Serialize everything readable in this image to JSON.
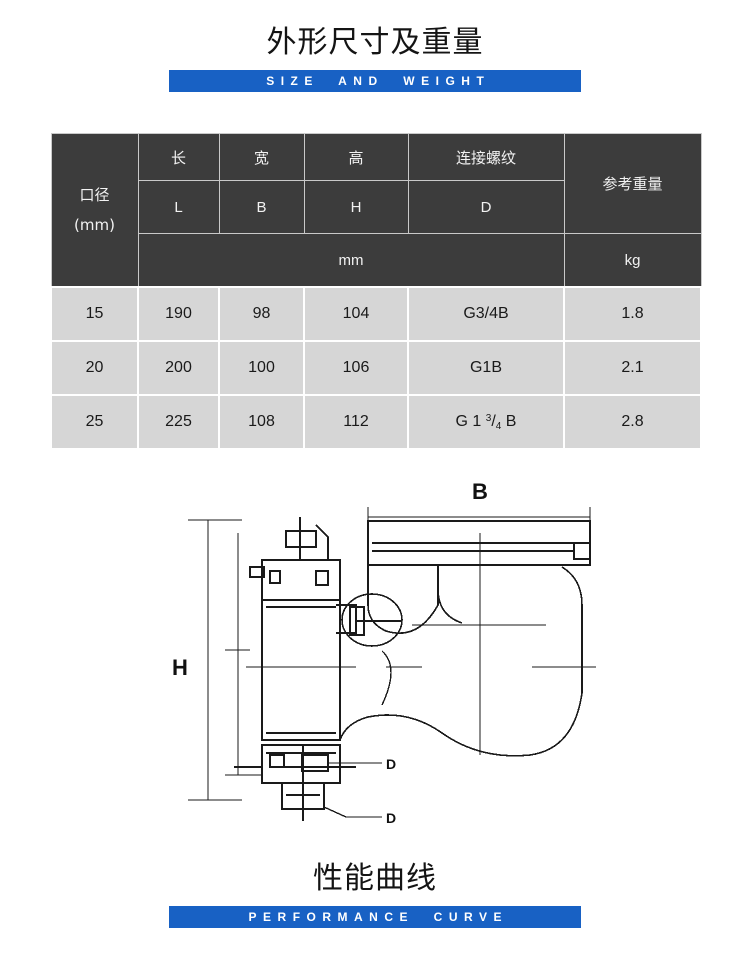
{
  "sections": {
    "size_and_weight": {
      "title_cn": "外形尺寸及重量",
      "title_en": "SIZE  AND  WEIGHT"
    },
    "performance_curve": {
      "title_cn": "性能曲线",
      "title_en": "PERFORMANCE  CURVE"
    }
  },
  "spec_table": {
    "headers": {
      "caliber_label": "口径",
      "caliber_unit": "(mm)",
      "length_cn": "长",
      "length_sym": "L",
      "width_cn": "宽",
      "width_sym": "B",
      "height_cn": "高",
      "height_sym": "H",
      "thread_cn": "连接螺纹",
      "thread_sym": "D",
      "weight_cn": "参考重量",
      "dim_unit": "mm",
      "weight_unit": "kg"
    },
    "rows": [
      {
        "caliber": "15",
        "length": "190",
        "width": "98",
        "height": "104",
        "thread": "G3/4B",
        "thread_parts": null,
        "weight": "1.8"
      },
      {
        "caliber": "20",
        "length": "200",
        "width": "100",
        "height": "106",
        "thread": "G1B",
        "thread_parts": null,
        "weight": "2.1"
      },
      {
        "caliber": "25",
        "length": "225",
        "width": "108",
        "height": "112",
        "thread": "G 1 3/4 B",
        "thread_parts": {
          "prefix": "G 1 ",
          "numerator": "3",
          "slash": "/",
          "denominator": "4",
          "suffix": " B"
        },
        "weight": "2.8"
      }
    ]
  },
  "drawing": {
    "label_b": "B",
    "label_h": "H",
    "label_d_upper": "D",
    "label_d_lower": "D"
  },
  "colors": {
    "banner_blue": "#1861c4",
    "table_header_dark": "#3c3c3c",
    "table_row_gray": "#d6d6d6"
  }
}
